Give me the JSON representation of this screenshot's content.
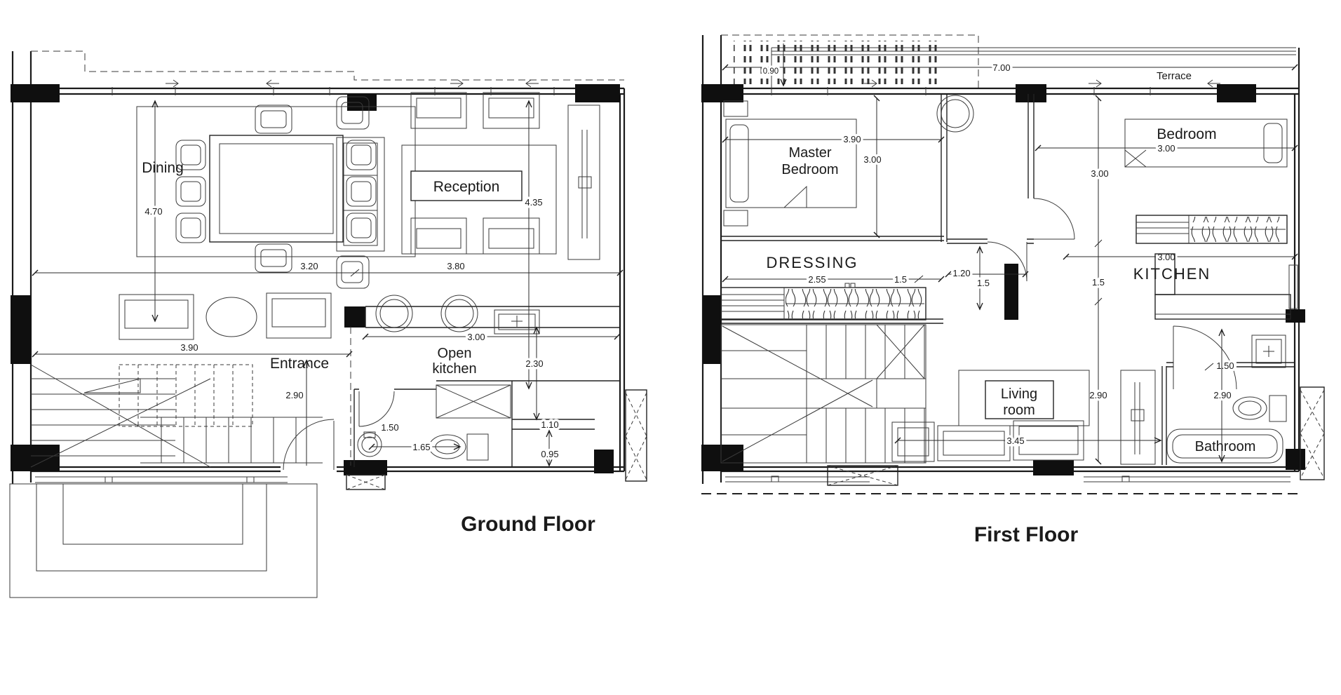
{
  "colors": {
    "ink": "#1a1a1a",
    "background": "#ffffff"
  },
  "ground_floor": {
    "title": "Ground Floor",
    "rooms": {
      "dining": "Dining",
      "reception": "Reception",
      "entrance": "Entrance",
      "open_kitchen_1": "Open",
      "open_kitchen_2": "kitchen"
    },
    "dims": {
      "dining_length": "4.70",
      "reception_length": "4.35",
      "bay_left": "3.20",
      "bay_right": "3.80",
      "stair_width": "3.90",
      "entrance_depth": "2.90",
      "kitchen_width": "3.00",
      "kitchen_depth": "2.30",
      "wc_width": "1.50",
      "wc_length": "1.65",
      "store_width": "1.10",
      "store_depth": "0.95"
    }
  },
  "first_floor": {
    "title": "First Floor",
    "rooms": {
      "terrace": "Terrace",
      "master_1": "Master",
      "master_2": "Bedroom",
      "bedroom": "Bedroom",
      "dressing": "DRESSING",
      "kitchen": "KITCHEN",
      "living_1": "Living",
      "living_2": "room",
      "bathroom": "Bathroom"
    },
    "dims": {
      "terrace_width": "7.00",
      "terrace_setback": "0.90",
      "master_width": "3.90",
      "master_depth": "3.00",
      "bedroom_width": "3.00",
      "bedroom_depth": "3.00",
      "dressing_width": "2.55",
      "dressing_side": "1.5",
      "hall_width": "1.20",
      "hall_depth": "1.5",
      "kitchen_width": "3.00",
      "kitchen_side": "1.5",
      "kitchen_door": "1.50",
      "living_depth": "2.90",
      "living_width": "3.45",
      "bathroom_depth": "2.90"
    }
  }
}
